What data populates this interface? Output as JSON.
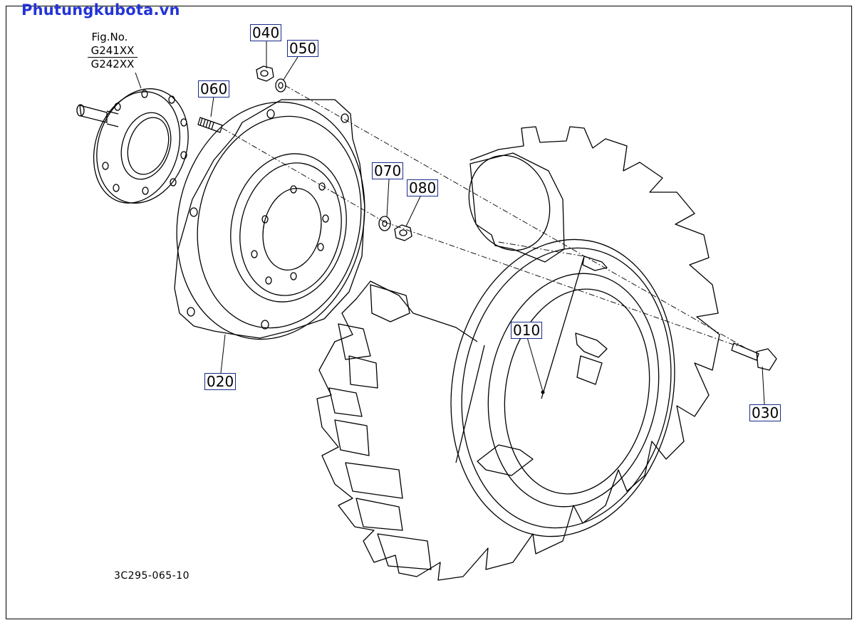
{
  "site": {
    "brand": "Phutungkubota.vn"
  },
  "figure": {
    "fig_label": "Fig.No.",
    "fig_refs": [
      "G241XX",
      "G242XX"
    ],
    "drawing_code": "3C295-065-10"
  },
  "callouts": {
    "p010": "010",
    "p020": "020",
    "p030": "030",
    "p040": "040",
    "p050": "050",
    "p060": "060",
    "p070": "070",
    "p080": "080"
  },
  "colors": {
    "brand": "#2434d6",
    "callout_border": "#1a2a8a",
    "line": "#000000"
  }
}
